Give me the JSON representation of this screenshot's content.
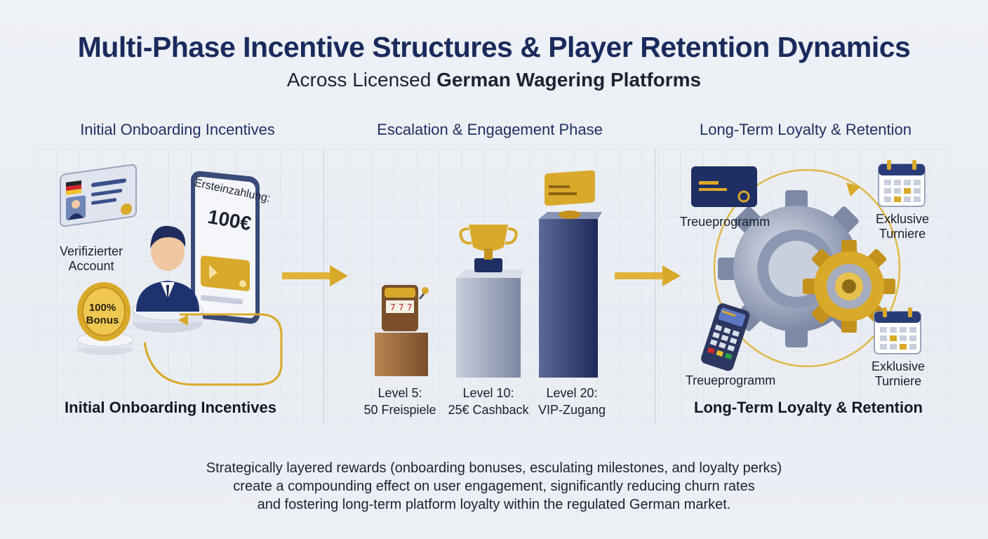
{
  "header": {
    "title": "Multi-Phase Incentive Structures & Player Retention Dynamics",
    "subtitle_plain": "Across Licensed ",
    "subtitle_bold": "German Wagering Platforms"
  },
  "phases": [
    {
      "heading": "Initial Onboarding Incentives",
      "footer_label": "Initial Onboarding Incentives",
      "items": {
        "verified_label": "Verifizierter Account",
        "phone_text": "Ersteinzahlung:",
        "phone_amount": "100€",
        "coin_text": "100% Bonus"
      }
    },
    {
      "heading": "Escalation & Engagement Phase",
      "levels": [
        {
          "level": "Level 5:",
          "reward": "50 Freispiele"
        },
        {
          "level": "Level 10:",
          "reward": "25€ Cashback"
        },
        {
          "level": "Level 20:",
          "reward": "VIP-Zugang"
        }
      ]
    },
    {
      "heading": "Long-Term Loyalty & Retention",
      "footer_label": "Long-Term Loyalty & Retention",
      "items": {
        "card_label": "Treueprogramm",
        "terminal_label": "Treueprogramm",
        "calendar_top_label": "Exklusive Turniere",
        "calendar_bottom_label": "Exklusive Turniere"
      }
    }
  ],
  "footer": {
    "line1": "Strategically layered rewards (onboarding bonuses, esculating milestones, and loyalty perks)",
    "line2": "create a compounding effect on user engagement, significantly reducing churn rates",
    "line3": "and fostering long-term platform loyalty within the regulated German market."
  },
  "colors": {
    "navy": "#1b2a5c",
    "gold": "#d9a92a",
    "steel": "#8f9ab4"
  }
}
